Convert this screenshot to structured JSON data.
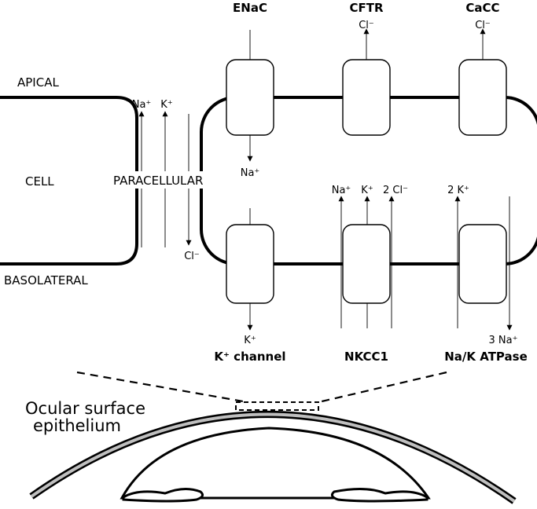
{
  "labels": {
    "apical": "APICAL",
    "cell": "CELL",
    "paracellular": "PARACELLULAR",
    "basolateral": "BASOLATERAL",
    "tissue": [
      "Ocular surface",
      "epithelium"
    ]
  },
  "channels": {
    "enac": {
      "name": "ENaC",
      "ion": "Na⁺"
    },
    "cftr": {
      "name": "CFTR",
      "ion": "Cl⁻"
    },
    "cacc": {
      "name": "CaCC",
      "ion": "Cl⁻"
    },
    "k_channel": {
      "name": "K⁺ channel",
      "ion": "K⁺"
    },
    "nkcc1": {
      "name": "NKCC1",
      "ions": [
        "Na⁺",
        "K⁺",
        "2 Cl⁻"
      ]
    },
    "na_k_atpase": {
      "name": "Na/K ATPase",
      "ion_in": "2 K⁺",
      "ion_out": "3 Na⁺"
    }
  },
  "paracellular_ions": [
    "Na⁺",
    "K⁺",
    "Cl⁻"
  ]
}
